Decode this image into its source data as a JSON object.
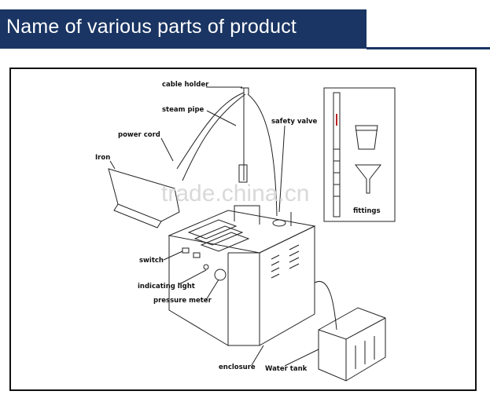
{
  "header": {
    "title": "Name of various parts of product",
    "color": "#1a3563"
  },
  "watermark": "trade.china.cn",
  "labels": {
    "cable_holder": "cable holder",
    "steam_pipe": "steam pipe",
    "power_cord": "power cord",
    "iron": "Iron",
    "safety_valve": "safety valve",
    "fittings": "fittings",
    "switch": "switch",
    "indicating_light": "indicating light",
    "pressure_meter": "pressure meter",
    "enclosure": "enclosure",
    "water_tank": "Water tank"
  }
}
